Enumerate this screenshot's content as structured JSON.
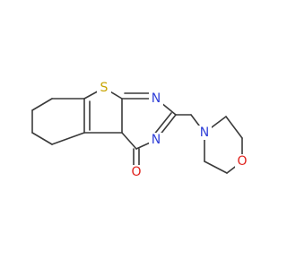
{
  "molecule": {
    "atoms": {
      "S": {
        "symbol": "S",
        "color": "#c8a400"
      },
      "N1": {
        "symbol": "N",
        "color": "#2f3fd8"
      },
      "N3": {
        "symbol": "N",
        "color": "#2f3fd8"
      },
      "O_carbonyl": {
        "symbol": "O",
        "color": "#e0201b"
      },
      "N_morph": {
        "symbol": "N",
        "color": "#2f3fd8"
      },
      "O_morph": {
        "symbol": "O",
        "color": "#e0201b"
      }
    },
    "bond_color": "#3a3a3a"
  }
}
